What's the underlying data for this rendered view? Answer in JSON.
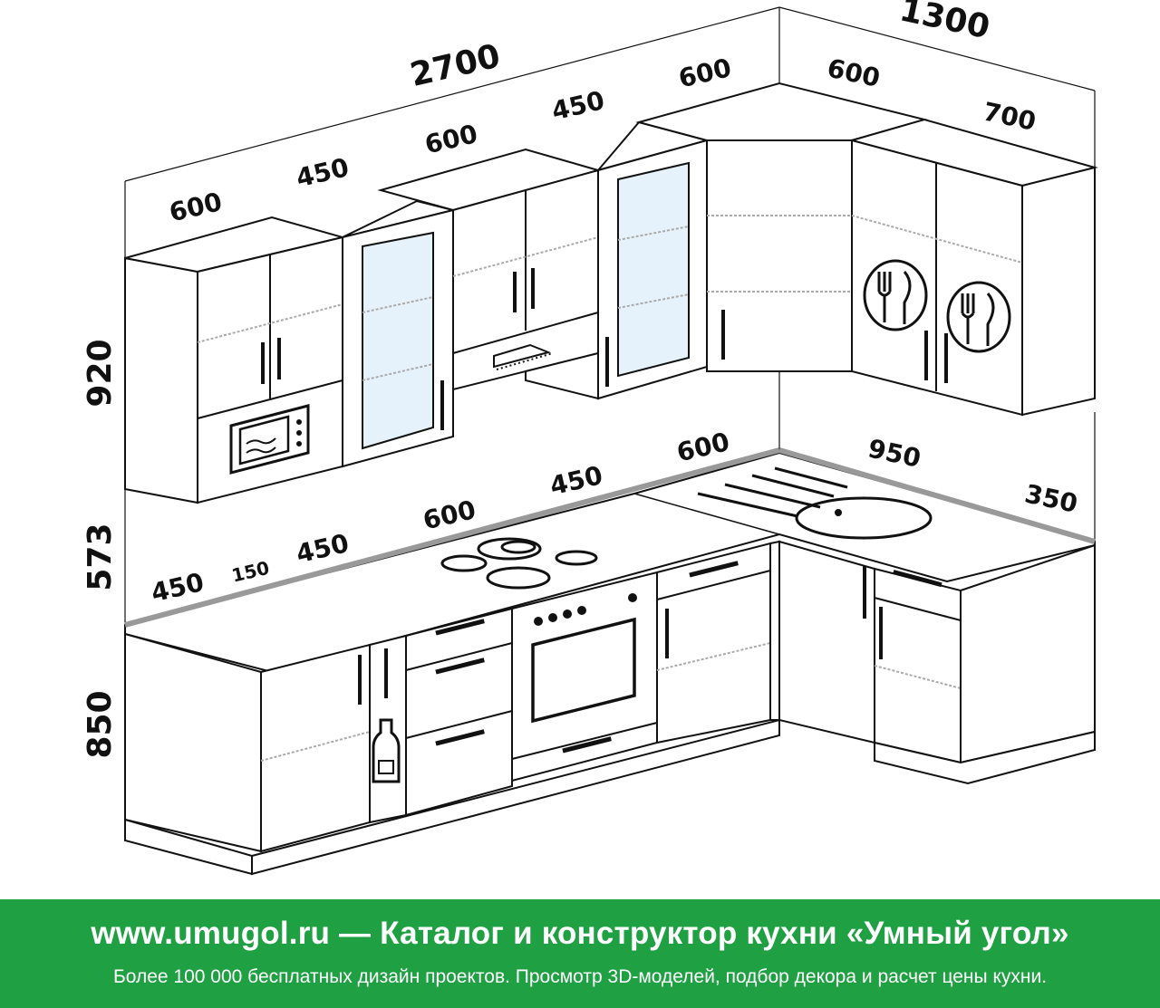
{
  "diagram": {
    "dimensions": {
      "total_top": "2700",
      "right_top": "1300",
      "upper_left": [
        "600",
        "450",
        "600",
        "450",
        "600"
      ],
      "upper_right": [
        "600",
        "700"
      ],
      "lower_top_left": [
        "450",
        "150",
        "450",
        "600",
        "450",
        "600"
      ],
      "lower_right": [
        "950",
        "350"
      ],
      "height_upper": "920",
      "height_gap": "573",
      "height_lower": "850"
    }
  },
  "footer": {
    "title": "www.umugol.ru — Каталог и конструктор кухни «Умный угол»",
    "subtitle": "Более 100 000 бесплатных дизайн проектов. Просмотр 3D-моделей, подбор декора и расчет цены кухни."
  },
  "colors": {
    "footer_bg": "#1fa043",
    "line": "#111111",
    "worktop_edge": "#999999"
  }
}
